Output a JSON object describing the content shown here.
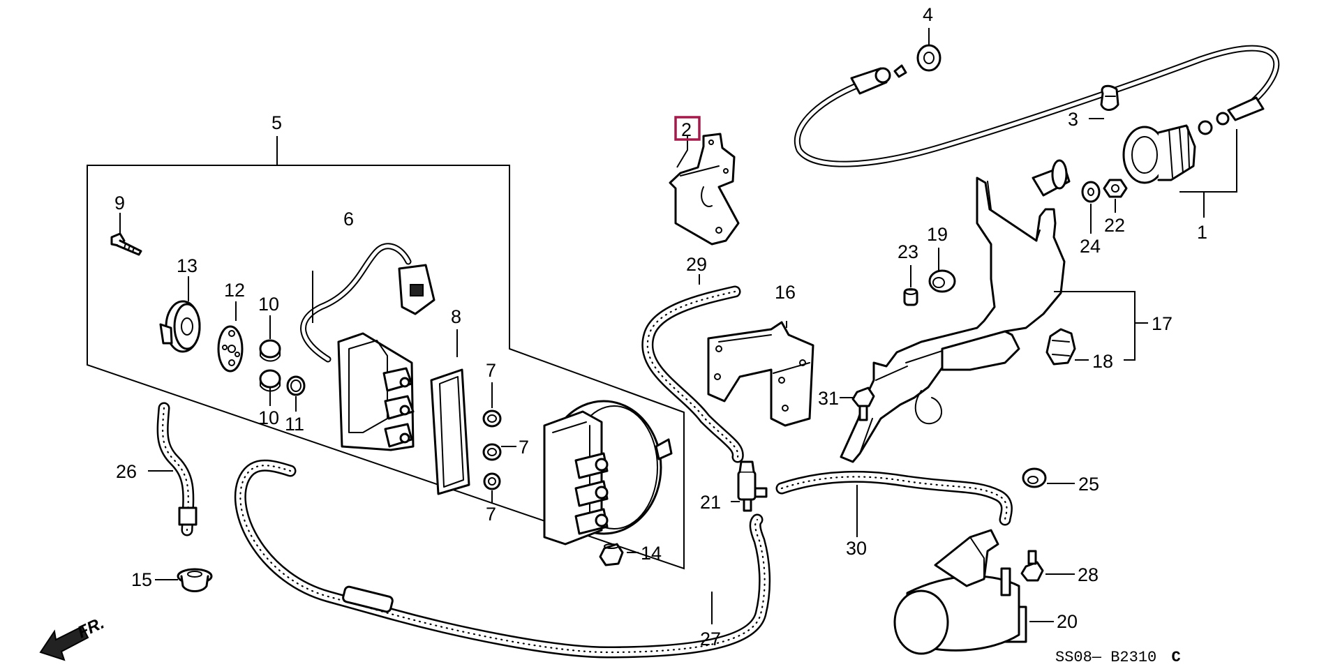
{
  "diagram": {
    "callouts": [
      {
        "id": "1",
        "text": "1"
      },
      {
        "id": "2",
        "text": "2",
        "highlighted": true
      },
      {
        "id": "3",
        "text": "3"
      },
      {
        "id": "4",
        "text": "4"
      },
      {
        "id": "5",
        "text": "5"
      },
      {
        "id": "6",
        "text": "6"
      },
      {
        "id": "7a",
        "text": "7"
      },
      {
        "id": "7b",
        "text": "7"
      },
      {
        "id": "7c",
        "text": "7"
      },
      {
        "id": "8",
        "text": "8"
      },
      {
        "id": "9",
        "text": "9"
      },
      {
        "id": "10a",
        "text": "10"
      },
      {
        "id": "10b",
        "text": "10"
      },
      {
        "id": "11",
        "text": "11"
      },
      {
        "id": "12",
        "text": "12"
      },
      {
        "id": "13",
        "text": "13"
      },
      {
        "id": "14",
        "text": "14"
      },
      {
        "id": "15",
        "text": "15"
      },
      {
        "id": "16",
        "text": "16"
      },
      {
        "id": "17",
        "text": "17"
      },
      {
        "id": "18",
        "text": "18"
      },
      {
        "id": "19",
        "text": "19"
      },
      {
        "id": "20",
        "text": "20"
      },
      {
        "id": "21",
        "text": "21"
      },
      {
        "id": "22",
        "text": "22"
      },
      {
        "id": "23",
        "text": "23"
      },
      {
        "id": "24",
        "text": "24"
      },
      {
        "id": "25",
        "text": "25"
      },
      {
        "id": "26",
        "text": "26"
      },
      {
        "id": "27",
        "text": "27"
      },
      {
        "id": "28",
        "text": "28"
      },
      {
        "id": "29",
        "text": "29"
      },
      {
        "id": "30",
        "text": "30"
      },
      {
        "id": "31",
        "text": "31"
      }
    ],
    "direction_label": "FR.",
    "diagram_code": "SS08— B2310",
    "diagram_code_suffix": "C",
    "highlight_color": "#a01c4a",
    "line_color": "#000000"
  }
}
